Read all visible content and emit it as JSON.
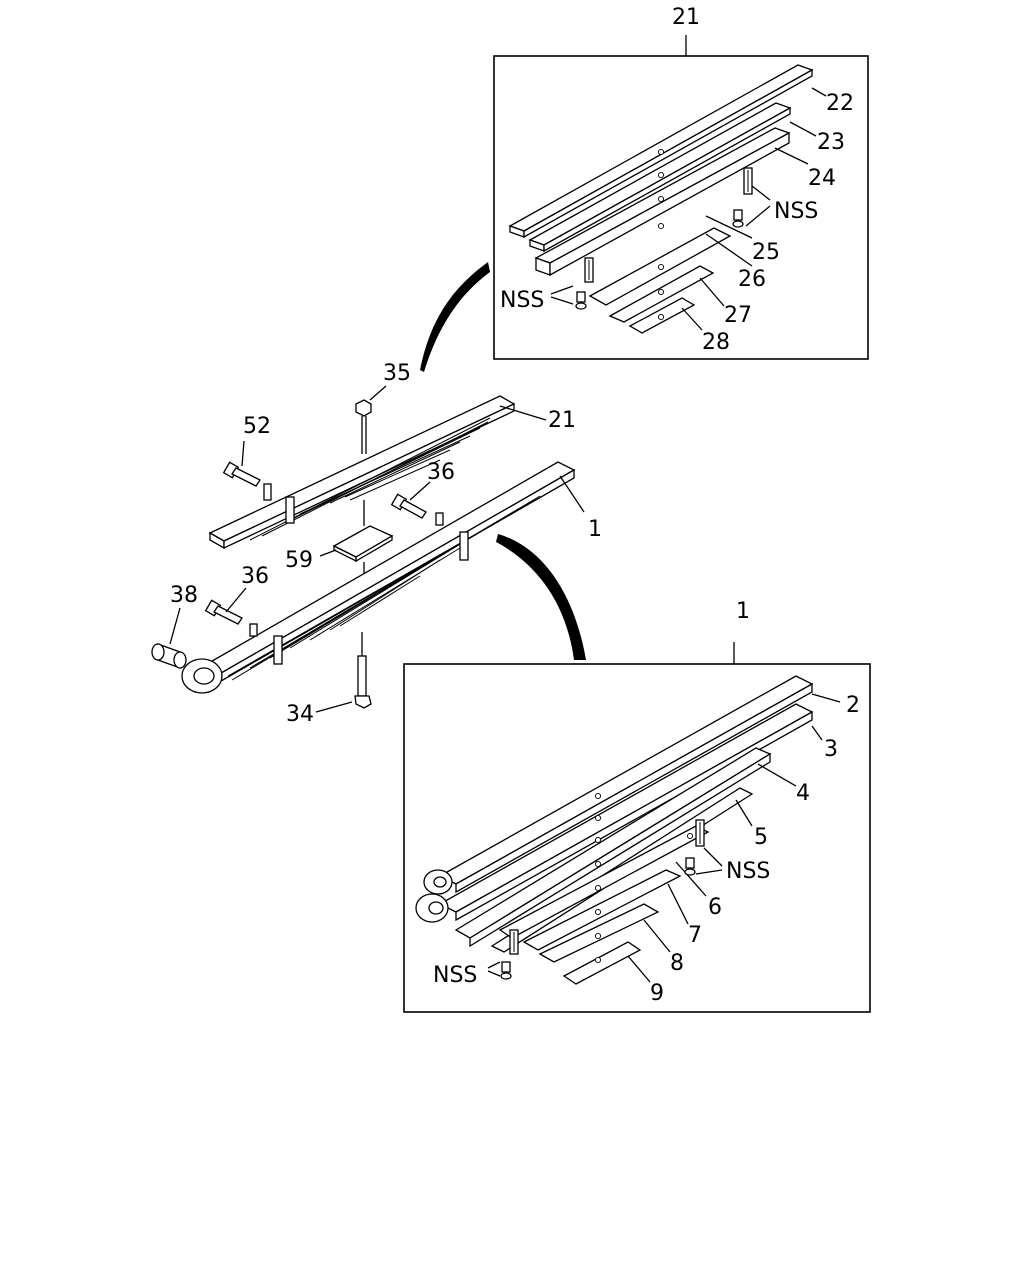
{
  "labels": {
    "l21_top": "21",
    "l22": "22",
    "l23": "23",
    "l24": "24",
    "l25": "25",
    "l26": "26",
    "l27": "27",
    "l28": "28",
    "nss_a": "NSS",
    "nss_b": "NSS",
    "l35": "35",
    "l52": "52",
    "l21_mid": "21",
    "l36_a": "36",
    "l1_mid": "1",
    "l59": "59",
    "l36_b": "36",
    "l38": "38",
    "l34": "34",
    "l1_box": "1",
    "l2": "2",
    "l3": "3",
    "l4": "4",
    "l5": "5",
    "l6": "6",
    "l7": "7",
    "l8": "8",
    "l9": "9",
    "nss_c": "NSS",
    "nss_d": "NSS"
  }
}
